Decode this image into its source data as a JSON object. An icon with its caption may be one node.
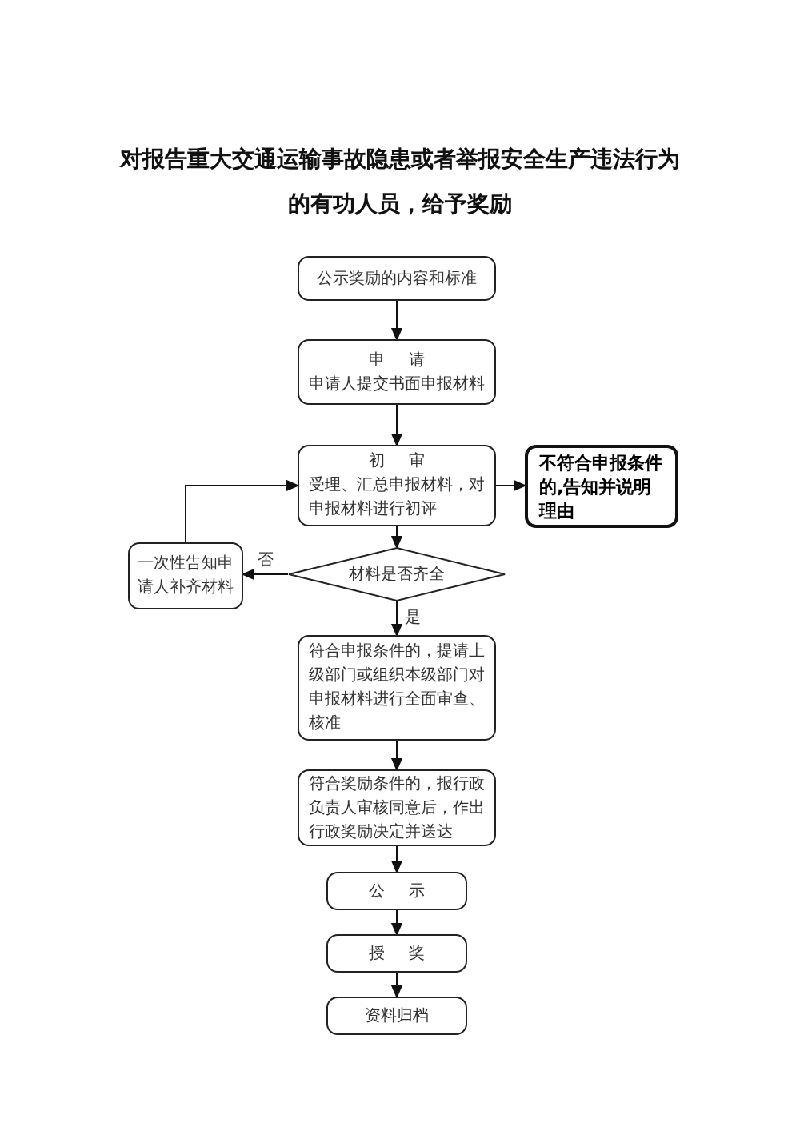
{
  "diagram": {
    "title": "对报告重大交通运输事故隐患或者举报安全生产违法行为的有功人员，给予奖励",
    "nodes": [
      {
        "text": [
          "公示奖励的内容和标准"
        ]
      },
      {
        "text": [
          "申 请",
          "申请人提交书面申报材料"
        ]
      },
      {
        "text": [
          "初 审",
          "受理、汇总申报材料，对申报材料进行初评"
        ]
      },
      {
        "text": [
          "不符合申报条件的,告知并说明理由"
        ]
      },
      {
        "text": [
          "一次性告知申请人补齐材料"
        ]
      },
      {
        "text": [
          "材料是否齐全"
        ]
      },
      {
        "text": [
          "符合申报条件的，提请上级部门或组织本级部门对申报材料进行全面审查、核准"
        ]
      },
      {
        "text": [
          "符合奖励条件的，报行政负责人审核同意后，作出行政奖励决定并送达"
        ]
      },
      {
        "text": [
          "公 示"
        ]
      },
      {
        "text": [
          "授 奖"
        ]
      },
      {
        "text": [
          "资料归档"
        ]
      }
    ],
    "edges": [
      {
        "from": 0,
        "to": 1,
        "arrow": "to"
      },
      {
        "from": 1,
        "to": 2,
        "arrow": "to"
      },
      {
        "from": 2,
        "to": 3,
        "arrow": "to"
      },
      {
        "from": 2,
        "to": 5,
        "arrow": "to"
      },
      {
        "from": 5,
        "to": 4,
        "arrow": "to",
        "label": "否"
      },
      {
        "from": 4,
        "to": 2,
        "arrow": "to"
      },
      {
        "from": 5,
        "to": 6,
        "arrow": "to",
        "label": "是"
      },
      {
        "from": 6,
        "to": 7,
        "arrow": "to"
      },
      {
        "from": 7,
        "to": 8,
        "arrow": "to"
      },
      {
        "from": 8,
        "to": 9,
        "arrow": "to"
      },
      {
        "from": 9,
        "to": 10,
        "arrow": "to"
      }
    ]
  }
}
